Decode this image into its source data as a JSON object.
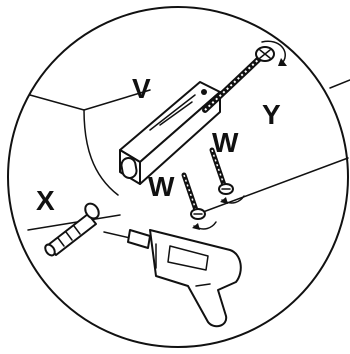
{
  "labels": {
    "bracket": "V",
    "screw_left": "W",
    "screw_right": "W",
    "anchor": "X",
    "long_screw": "Y"
  },
  "colors": {
    "ink": "#111111",
    "paper": "#ffffff"
  },
  "icons": [
    "bracket",
    "wood-screw",
    "wall-anchor",
    "long-screw",
    "power-drill",
    "rotation-arrow"
  ]
}
